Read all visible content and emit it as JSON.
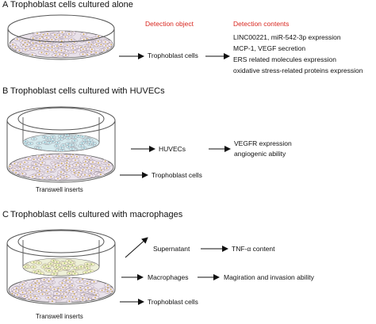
{
  "panels": {
    "a": {
      "letter": "A",
      "title": "Trophoblast cells cultured alone",
      "detection_object_header": "Detection object",
      "detection_contents_header": "Detection contents",
      "object": "Trophoblast cells",
      "contents": [
        "LINC00221, miR-542-3p expression",
        "MCP-1, VEGF secretion",
        "ERS related molecules expression",
        "oxidative stress-related proteins  expression"
      ]
    },
    "b": {
      "letter": "B",
      "title": "Trophoblast cells cultured with HUVECs",
      "objects": [
        "HUVECs",
        "Trophoblast cells"
      ],
      "contents": [
        "VEGFR expression",
        "angiogenic ability"
      ],
      "dish_label": "Transwell inserts"
    },
    "c": {
      "letter": "C",
      "title": "Trophoblast cells cultured with macrophages",
      "objects": [
        "Supernatant",
        "Macrophages",
        "Trophoblast cells"
      ],
      "contents": [
        "TNF-α content",
        "Magiration and invasion ability"
      ],
      "dish_label": "Transwell inserts"
    }
  },
  "colors": {
    "header_red": "#d8261f",
    "trophoblast_cell_fill": "#efe4ee",
    "huvec_cell_fill": "#cfe8ec",
    "macrophage_cell_fill": "#f3f1c4"
  }
}
